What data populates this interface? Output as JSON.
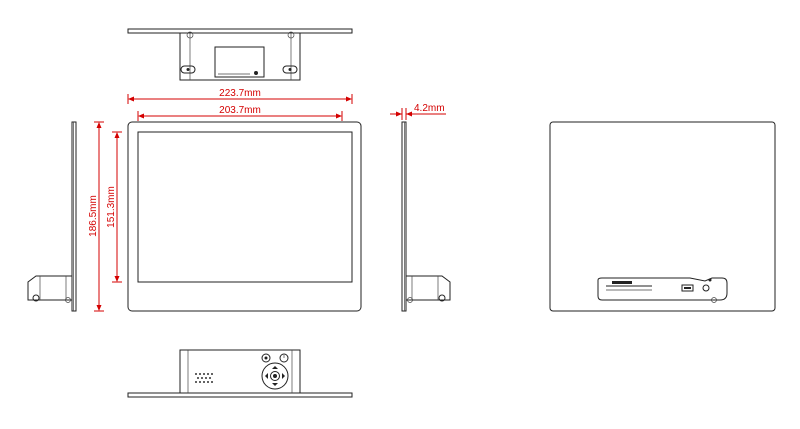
{
  "dimensions": {
    "overall_width": "223.7mm",
    "screen_width": "203.7mm",
    "overall_height": "186.5mm",
    "screen_height": "151.3mm",
    "depth": "4.2mm"
  },
  "colors": {
    "dimension": "#d40000",
    "outline": "#222222"
  }
}
